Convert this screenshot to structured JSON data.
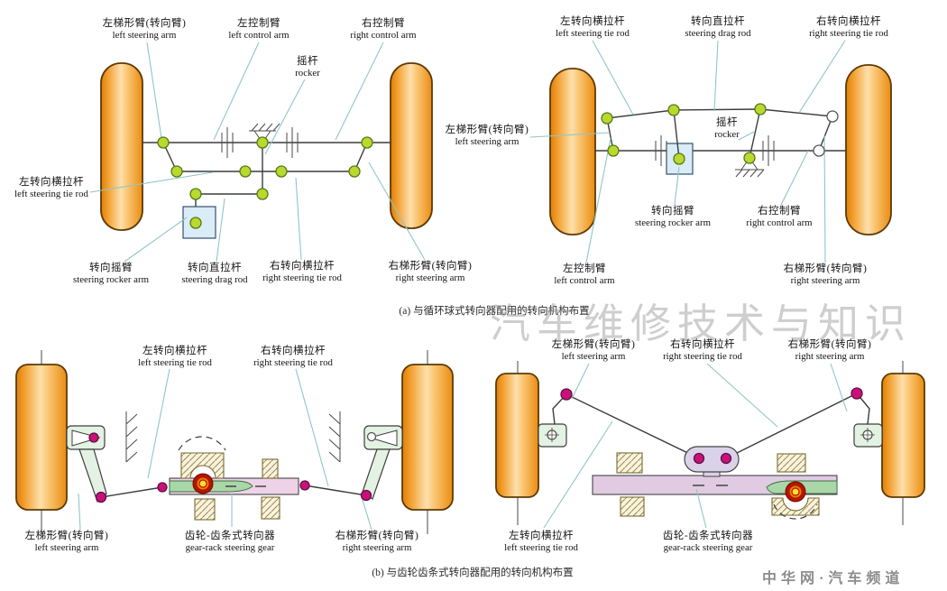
{
  "meta": {
    "watermark": "汽车维修技术与知识",
    "footer": "中华网·汽车频道"
  },
  "colors": {
    "wheel_orange": "#f2970f",
    "joint_green": "#b9d92e",
    "joint_magenta": "#c9117c",
    "leader_teal": "#8fc6c9",
    "gear_box_blue": "#d9ecf7",
    "rack_green": "#a9d7a9",
    "housing_pink": "#eed3e8",
    "housing_lavender": "#e0cbe3",
    "pinion_red": "#b51500",
    "pinion_yellow": "#ffe32b",
    "mount_cream": "#f9f3de"
  },
  "panel_a": {
    "caption": "(a) 与循环球式转向器配用的转向机构布置",
    "labels": [
      {
        "zh": "左梯形臂(转向臂)",
        "en": "left steering arm"
      },
      {
        "zh": "左控制臂",
        "en": "left control arm"
      },
      {
        "zh": "右控制臂",
        "en": "right control arm"
      },
      {
        "zh": "摇杆",
        "en": "rocker"
      },
      {
        "zh": "左转向横拉杆",
        "en": "left steering tie rod"
      },
      {
        "zh": "转向摇臂",
        "en": "steering rocker arm"
      },
      {
        "zh": "转向直拉杆",
        "en": "steering drag rod"
      },
      {
        "zh": "右转向横拉杆",
        "en": "right steering tie rod"
      },
      {
        "zh": "右梯形臂(转向臂)",
        "en": "right steering arm"
      }
    ]
  },
  "panel_b": {
    "labels": [
      {
        "zh": "左转向横拉杆",
        "en": "left steering tie rod"
      },
      {
        "zh": "转向直拉杆",
        "en": "steering drag rod"
      },
      {
        "zh": "右转向横拉杆",
        "en": "right steering tie rod"
      },
      {
        "zh": "左梯形臂(转向臂)",
        "en": "left steering arm"
      },
      {
        "zh": "摇杆",
        "en": "rocker"
      },
      {
        "zh": "转向摇臂",
        "en": "steering rocker arm"
      },
      {
        "zh": "右控制臂",
        "en": "right control arm"
      },
      {
        "zh": "左控制臂",
        "en": "left control arm"
      },
      {
        "zh": "右梯形臂(转向臂)",
        "en": "right steering arm"
      }
    ]
  },
  "panel_c": {
    "caption": "(b) 与齿轮齿条式转向器配用的转向机构布置",
    "labels": [
      {
        "zh": "左转向横拉杆",
        "en": "left steering tie rod"
      },
      {
        "zh": "右转向横拉杆",
        "en": "right steering tie rod"
      },
      {
        "zh": "左梯形臂(转向臂)",
        "en": "left steering arm"
      },
      {
        "zh": "齿轮-齿条式转向器",
        "en": "gear-rack steering gear"
      },
      {
        "zh": "右梯形臂(转向臂)",
        "en": "right steering arm"
      }
    ]
  },
  "panel_d": {
    "labels": [
      {
        "zh": "左梯形臂(转向臂)",
        "en": "left steering arm"
      },
      {
        "zh": "右转向横拉杆",
        "en": "right steering tie rod"
      },
      {
        "zh": "右梯形臂(转向臂)",
        "en": "right steering arm"
      },
      {
        "zh": "左转向横拉杆",
        "en": "left steering tie rod"
      },
      {
        "zh": "齿轮-齿条式转向器",
        "en": "gear-rack steering gear"
      }
    ]
  }
}
